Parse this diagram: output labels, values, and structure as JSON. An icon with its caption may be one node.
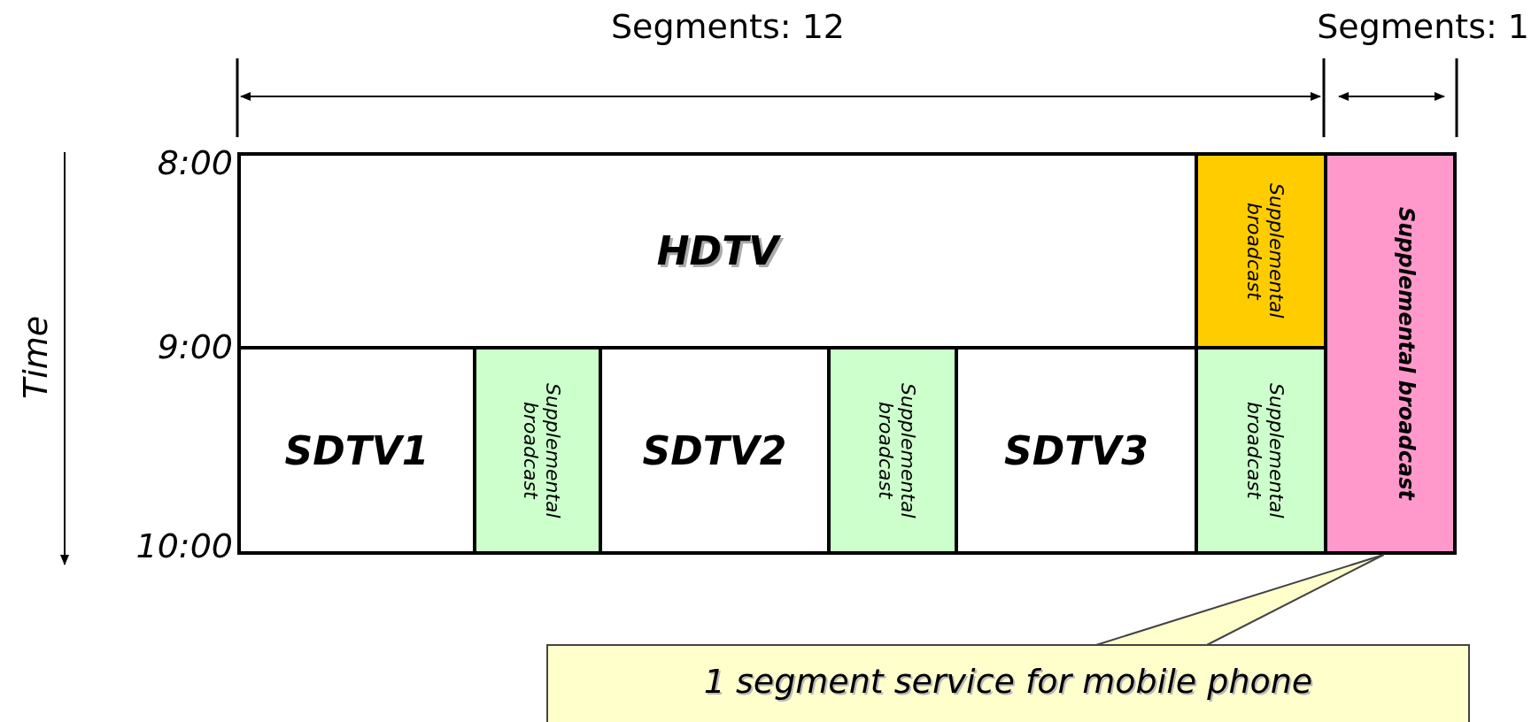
{
  "diagram": {
    "nodes": [
      {
        "text": [
          "HDTV"
        ]
      },
      {
        "text": [
          "Supplemental broadcast"
        ]
      },
      {
        "text": [
          "Supplemental broadcast"
        ]
      },
      {
        "text": [
          "SDTV1"
        ]
      },
      {
        "text": [
          "Supplemental broadcast"
        ]
      },
      {
        "text": [
          "SDTV2"
        ]
      },
      {
        "text": [
          "Supplemental broadcast"
        ]
      },
      {
        "text": [
          "SDTV3"
        ]
      },
      {
        "text": [
          "Supplemental broadcast"
        ]
      },
      {
        "text": [
          "1 segment service for mobile phone"
        ]
      }
    ],
    "edges": [
      {
        "from": 9,
        "to": 2,
        "arrow": "none"
      }
    ],
    "labels": [
      "Segments: 12",
      "Segments: 1",
      "8:00",
      "Time",
      "9:00",
      "10:00"
    ]
  }
}
